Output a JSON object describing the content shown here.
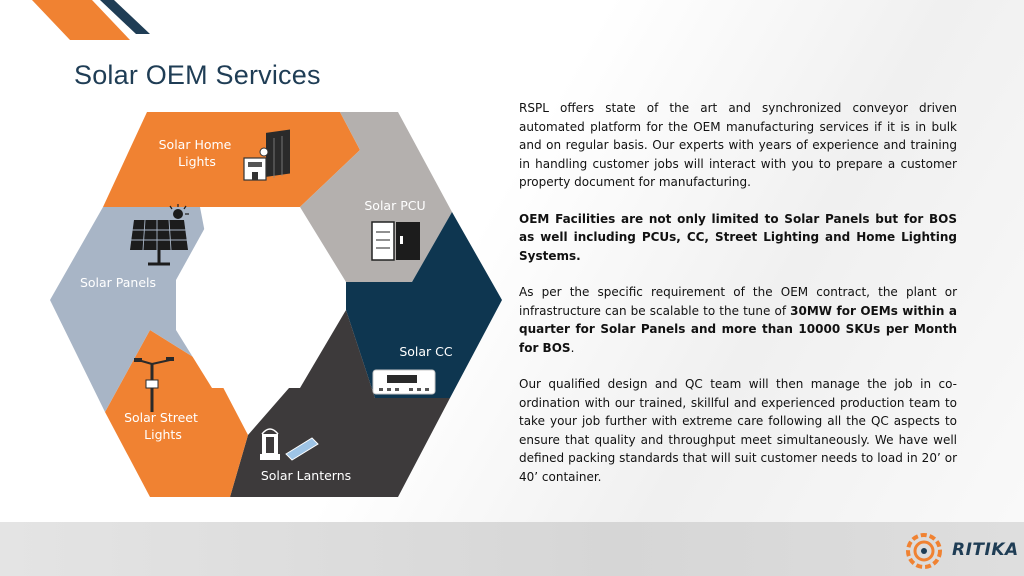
{
  "title": "Solar OEM Services",
  "segments": [
    {
      "id": "home",
      "label_lines": [
        "Solar Home",
        "Lights"
      ],
      "color": "#f08232"
    },
    {
      "id": "pcu",
      "label_lines": [
        "Solar PCU"
      ],
      "color": "#b4b0ae"
    },
    {
      "id": "cc",
      "label_lines": [
        "Solar CC"
      ],
      "color": "#0e3650"
    },
    {
      "id": "lanterns",
      "label_lines": [
        "Solar Lanterns"
      ],
      "color": "#3d3a3b"
    },
    {
      "id": "street",
      "label_lines": [
        "Solar Street",
        "Lights"
      ],
      "color": "#f08232"
    },
    {
      "id": "panels",
      "label_lines": [
        "Solar Panels"
      ],
      "color": "#a8b5c6"
    }
  ],
  "paragraphs": [
    [
      {
        "t": "RSPL offers state of the art and synchronized conveyor driven automated platform for the OEM manufacturing services if it is in bulk and on regular basis. Our experts with years of experience and training in handling customer jobs will interact with you to prepare a customer property document for manufacturing.",
        "b": false
      }
    ],
    [
      {
        "t": "OEM Facilities are not only limited to Solar Panels but for BOS as well including PCUs, CC, Street Lighting and Home Lighting Systems.",
        "b": true
      }
    ],
    [
      {
        "t": "As per the specific requirement of the OEM contract, the plant or infrastructure can be scalable to the tune of ",
        "b": false
      },
      {
        "t": "30MW for OEMs within a quarter for Solar Panels and more than 10000 SKUs per Month for BOS",
        "b": true
      },
      {
        "t": ".",
        "b": false
      }
    ],
    [
      {
        "t": "Our qualified design and QC team will then manage the job in co-ordination with our trained, skillful and experienced production team to take your job further with extreme care following all the QC aspects to ensure that quality and throughput meet simultaneously. We have well defined packing standards that will suit customer needs to load in 20’ or 40’ container.",
        "b": false
      }
    ]
  ],
  "logo": {
    "text": "RITIKA",
    "accent": "#f08232",
    "dark": "#1f3d55"
  },
  "icons": [
    "home-lights-icon",
    "pcu-icon",
    "charge-controller-icon",
    "lantern-icon",
    "street-light-icon",
    "solar-panel-icon"
  ]
}
